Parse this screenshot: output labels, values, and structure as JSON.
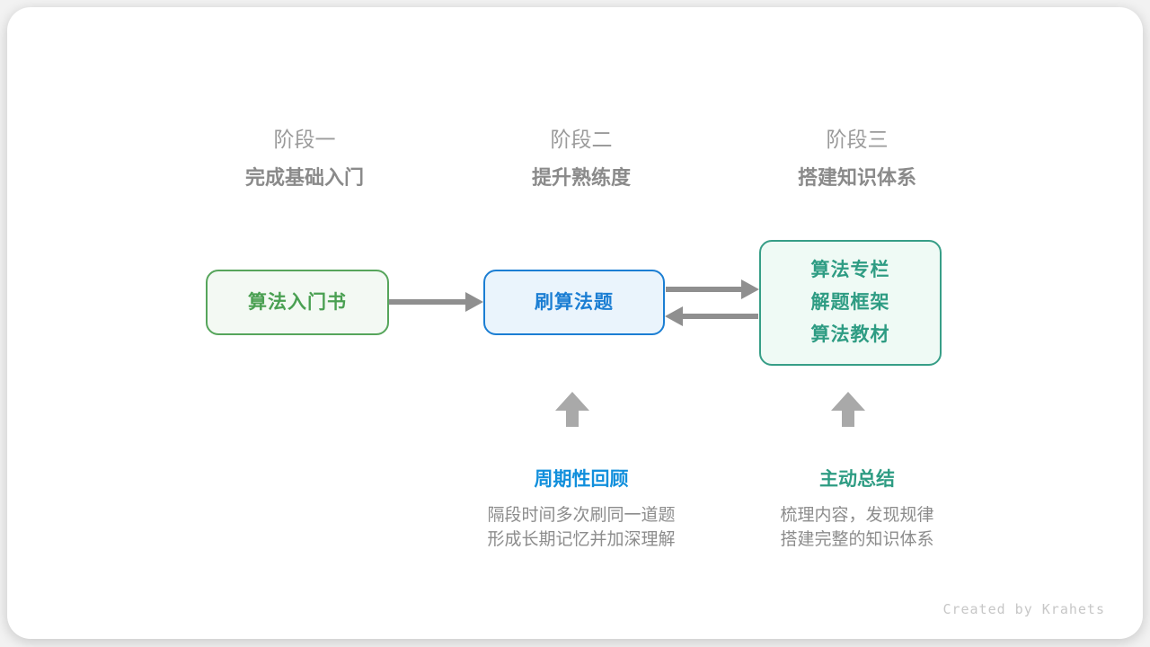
{
  "stages": [
    {
      "label": "阶段一",
      "subtitle": "完成基础入门"
    },
    {
      "label": "阶段二",
      "subtitle": "提升熟练度"
    },
    {
      "label": "阶段三",
      "subtitle": "搭建知识体系"
    }
  ],
  "flow": {
    "boxes": [
      {
        "lines": [
          "算法入门书"
        ]
      },
      {
        "lines": [
          "刷算法题"
        ]
      },
      {
        "lines": [
          "算法专栏",
          "解题框架",
          "算法教材"
        ]
      }
    ]
  },
  "annotations": [
    {
      "title": "周期性回顾",
      "desc_line1": "隔段时间多次刷同一道题",
      "desc_line2": "形成长期记忆并加深理解"
    },
    {
      "title": "主动总结",
      "desc_line1": "梳理内容，发现规律",
      "desc_line2": "搭建完整的知识体系"
    }
  ],
  "credit": "Created by Krahets",
  "colors": {
    "box1_border": "#56a55b",
    "box1_fill": "#f3f9f3",
    "box1_text": "#4aa052",
    "box2_border": "#1b7ed3",
    "box2_fill": "#eaf4fc",
    "box2_text": "#1b7ed3",
    "box3_border": "#379e87",
    "box3_fill": "#effaf5",
    "box3_text": "#2e9c83",
    "annotation_blue": "#118fdc",
    "annotation_teal": "#2e9c83",
    "stage_label_gray": "#9b9b9b",
    "stage_subtitle_gray": "#8a8a8a",
    "description_gray": "#8c8c8c",
    "horizontal_arrow_gray": "#8f8f8f",
    "up_arrow_gray": "#a9a9a9",
    "credit_gray": "#c7c7c7"
  }
}
